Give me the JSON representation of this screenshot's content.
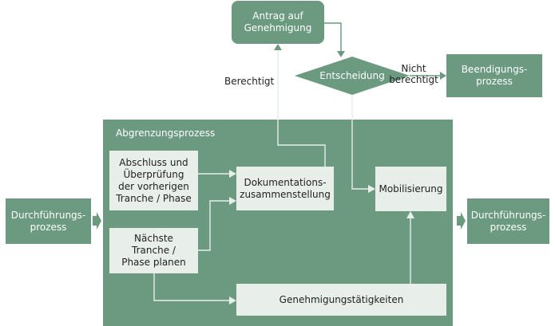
{
  "nodes": {
    "antrag": "Antrag auf\nGenehmigung",
    "entscheidung": "Entscheidung",
    "beendigung": "Beendigungs-\nprozess",
    "abgrenzung": "Abgrenzungsprozess",
    "abschluss": "Abschluss und\nÜberprüfung\nder vorherigen\nTranche / Phase",
    "dokumentation": "Dokumentations-\nzusammenstellung",
    "mobilisierung": "Mobilisierung",
    "naechste": "Nächste\nTranche /\nPhase planen",
    "genehmigung": "Genehmigungstätigkeiten",
    "durchfuehrung_links": "Durchführungs-\nprozess",
    "durchfuehrung_rechts": "Durchführungs-\nprozess"
  },
  "edge_labels": {
    "berechtigt": "Berechtigt",
    "nicht_berechtigt": "Nicht\nberechtigt"
  },
  "colors": {
    "dark": "#6b9a80",
    "light": "#e8eee9",
    "arrow_on_dark": "#e8eee9",
    "arrow_on_white": "#6b9a80"
  }
}
